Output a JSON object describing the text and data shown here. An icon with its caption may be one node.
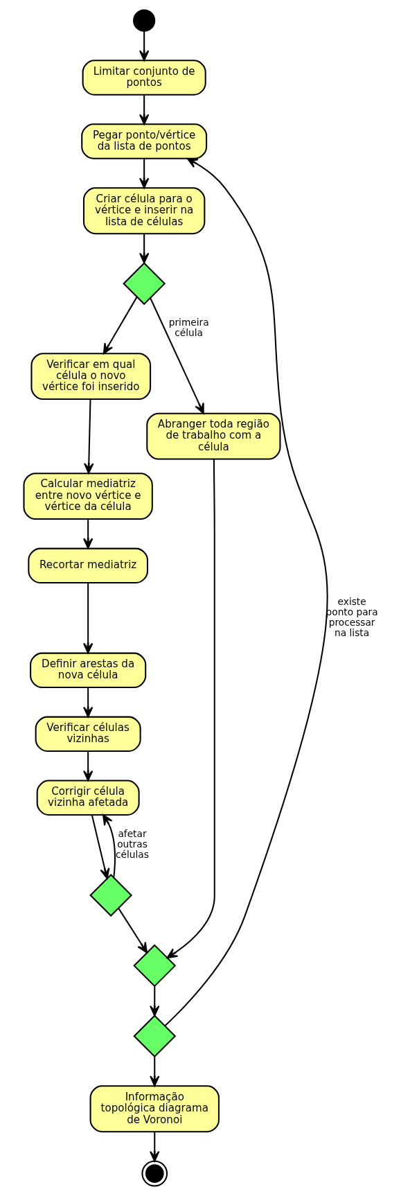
{
  "diagram": {
    "nodes": [
      {
        "text": [],
        "shape": "circle"
      },
      {
        "text": [
          "Limitar conjunto de pontos"
        ]
      },
      {
        "text": [
          "Pegar ponto/vértice da lista de pontos"
        ]
      },
      {
        "text": [
          "Criar célula para o vértice e inserir na lista de células"
        ]
      },
      {
        "text": [],
        "shape": "diamond"
      },
      {
        "text": [
          "Verificar em qual célula o novo vértice foi inserido"
        ]
      },
      {
        "text": [
          "Calcular mediatriz entre novo vértice e vértice da célula"
        ]
      },
      {
        "text": [
          "Recortar mediatriz"
        ]
      },
      {
        "text": [
          "Definir arestas da nova célula"
        ]
      },
      {
        "text": [
          "Verificar células vizinhas"
        ]
      },
      {
        "text": [
          "Corrigir célula vizinha afetada"
        ]
      },
      {
        "text": [],
        "shape": "diamond"
      },
      {
        "text": [
          "Abranger toda região de trabalho com a célula"
        ]
      },
      {
        "text": [],
        "shape": "diamond"
      },
      {
        "text": [],
        "shape": "diamond"
      },
      {
        "text": [
          "Informação topológica diagrama de Voronoi"
        ]
      },
      {
        "text": [],
        "shape": "circle"
      }
    ],
    "edges": [
      {
        "from": 0,
        "to": 1,
        "arrow": "to"
      },
      {
        "from": 1,
        "to": 2,
        "arrow": "to"
      },
      {
        "from": 2,
        "to": 3,
        "arrow": "to"
      },
      {
        "from": 3,
        "to": 4,
        "arrow": "to"
      },
      {
        "from": 4,
        "to": 5,
        "arrow": "to"
      },
      {
        "from": 4,
        "to": 12,
        "arrow": "to",
        "label": "primeira célula"
      },
      {
        "from": 5,
        "to": 6,
        "arrow": "to"
      },
      {
        "from": 6,
        "to": 7,
        "arrow": "to"
      },
      {
        "from": 7,
        "to": 8,
        "arrow": "to"
      },
      {
        "from": 8,
        "to": 9,
        "arrow": "to"
      },
      {
        "from": 9,
        "to": 10,
        "arrow": "to"
      },
      {
        "from": 10,
        "to": 11,
        "arrow": "to"
      },
      {
        "from": 11,
        "to": 10,
        "arrow": "to",
        "label": "afetar outras células"
      },
      {
        "from": 11,
        "to": 13,
        "arrow": "to"
      },
      {
        "from": 12,
        "to": 13,
        "arrow": "to"
      },
      {
        "from": 13,
        "to": 14,
        "arrow": "to"
      },
      {
        "from": 14,
        "to": 2,
        "arrow": "to",
        "label": "existe ponto para processar na lista"
      },
      {
        "from": 14,
        "to": 15,
        "arrow": "to"
      },
      {
        "from": 15,
        "to": 16,
        "arrow": "to"
      }
    ]
  }
}
